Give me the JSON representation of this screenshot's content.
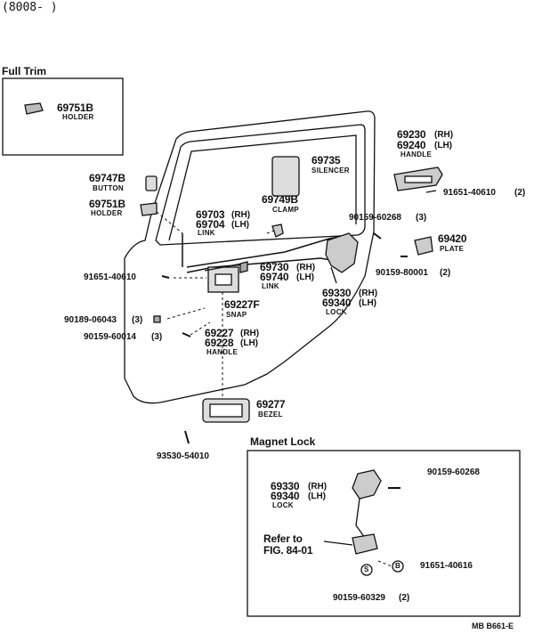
{
  "header": {
    "code": "(8008-      )"
  },
  "full_trim": {
    "title": "Full Trim",
    "part": "69751B",
    "name": "HOLDER"
  },
  "parts": {
    "p69230": "69230",
    "p69240": "69240",
    "rh": "(RH)",
    "lh": "(LH)",
    "handle": "HANDLE",
    "p69735": "69735",
    "silencer": "SILENCER",
    "p69749b": "69749B",
    "clamp": "CLAMP",
    "p69747b": "69747B",
    "button": "BUTTON",
    "p69751b": "69751B",
    "holder": "HOLDER",
    "p9165140610_r": "91651-40610",
    "qty2": "(2)",
    "p9015960268": "90159-60268",
    "qty3": "(3)",
    "p69420": "69420",
    "plate": "PLATE",
    "p69703": "69703",
    "p69704": "69704",
    "link": "LINK",
    "p9015980001": "90159-80001",
    "p9165140610_l": "91651-40610",
    "p69730": "69730",
    "p69740": "69740",
    "p69330": "69330",
    "p69340": "69340",
    "lock": "LOCK",
    "p69227f": "69227F",
    "snap": "SNAP",
    "p9018906043": "90189-06043",
    "p9015960014": "90159-60014",
    "p69227": "69227",
    "p69228": "69228",
    "p69277": "69277",
    "bezel": "BEZEL",
    "p9353054010": "93530-54010"
  },
  "magnet_lock": {
    "title": "Magnet Lock",
    "p9015960268": "90159-60268",
    "p69330": "69330",
    "p69340": "69340",
    "rh": "(RH)",
    "lh": "(LH)",
    "lock": "LOCK",
    "refer_line1": "Refer to",
    "refer_line2": "FIG. 84-01",
    "circle_b": "B",
    "p9165140616": "91651-40616",
    "circle_s": "S",
    "p9015960329": "90159-60329",
    "qty2": "(2)"
  },
  "footer": {
    "code": "MB  B661-E"
  }
}
